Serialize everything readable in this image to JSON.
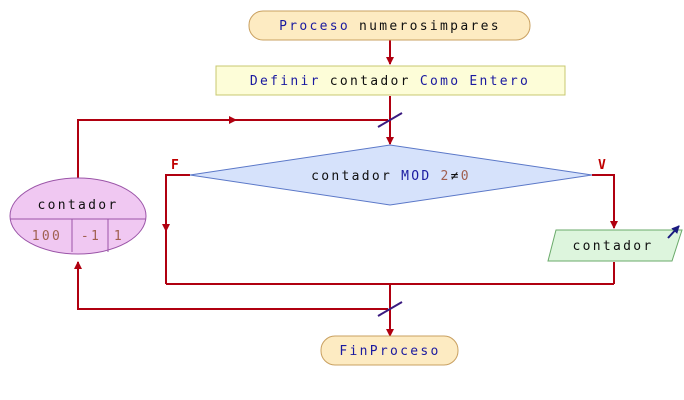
{
  "nodes": {
    "start": {
      "kw": "Proceso",
      "name": "numerosimpares"
    },
    "define": {
      "kw1": "Definir",
      "var": "contador",
      "kw2": "Como",
      "kw3": "Entero"
    },
    "loop": {
      "var": "contador",
      "start": "100",
      "step": "-1",
      "end": "1"
    },
    "condition": {
      "var": "contador",
      "op": "MOD",
      "value": "2",
      "neq": "≠",
      "zero": "0"
    },
    "output": {
      "var": "contador"
    },
    "end": {
      "label": "FinProceso"
    }
  },
  "branches": {
    "false_label": "F",
    "true_label": "V"
  },
  "colors": {
    "arrow": "#b00010",
    "terminal_fill": "#fdebc2",
    "terminal_stroke": "#c9a060",
    "process_fill": "#fdfdd8",
    "process_stroke": "#c8c870",
    "decision_fill": "#d6e2fb",
    "decision_stroke": "#5b78c8",
    "loop_fill": "#f0c8f2",
    "loop_stroke": "#9b55a8",
    "output_fill": "#ddf5dd",
    "output_stroke": "#6aaa6a",
    "output_arrow": "#1a1a80"
  }
}
